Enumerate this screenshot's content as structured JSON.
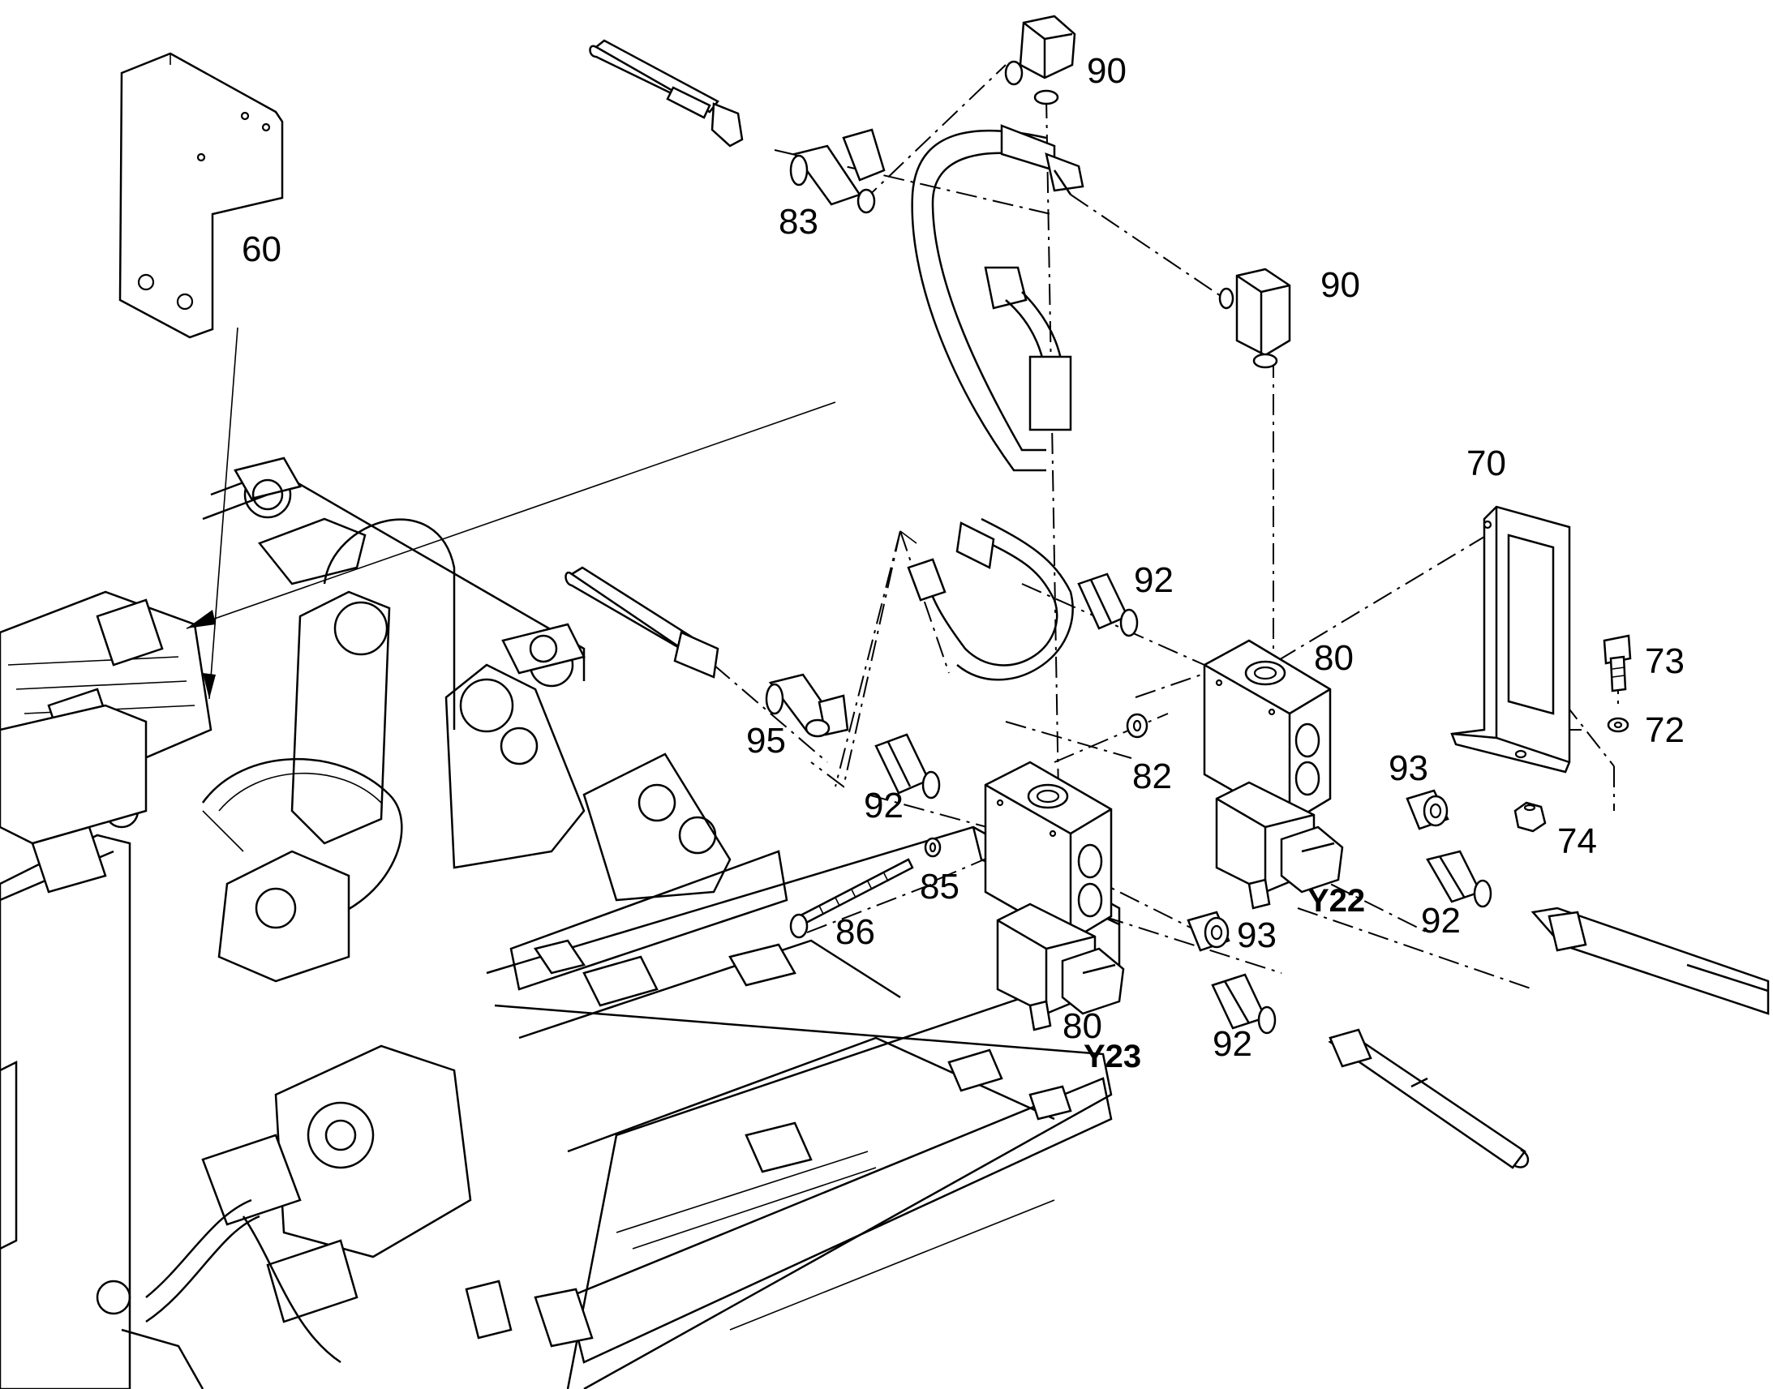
{
  "labels": {
    "p60": "60",
    "p70": "70",
    "p72": "72",
    "p73": "73",
    "p74": "74",
    "p80a": "80",
    "p80b": "80",
    "p82": "82",
    "p83": "83",
    "p85": "85",
    "p86": "86",
    "p90a": "90",
    "p90b": "90",
    "p92a": "92",
    "p92b": "92",
    "p92c": "92",
    "p92d": "92",
    "p93a": "93",
    "p93b": "93",
    "p95": "95",
    "y22": "Y22",
    "y23": "Y23"
  }
}
